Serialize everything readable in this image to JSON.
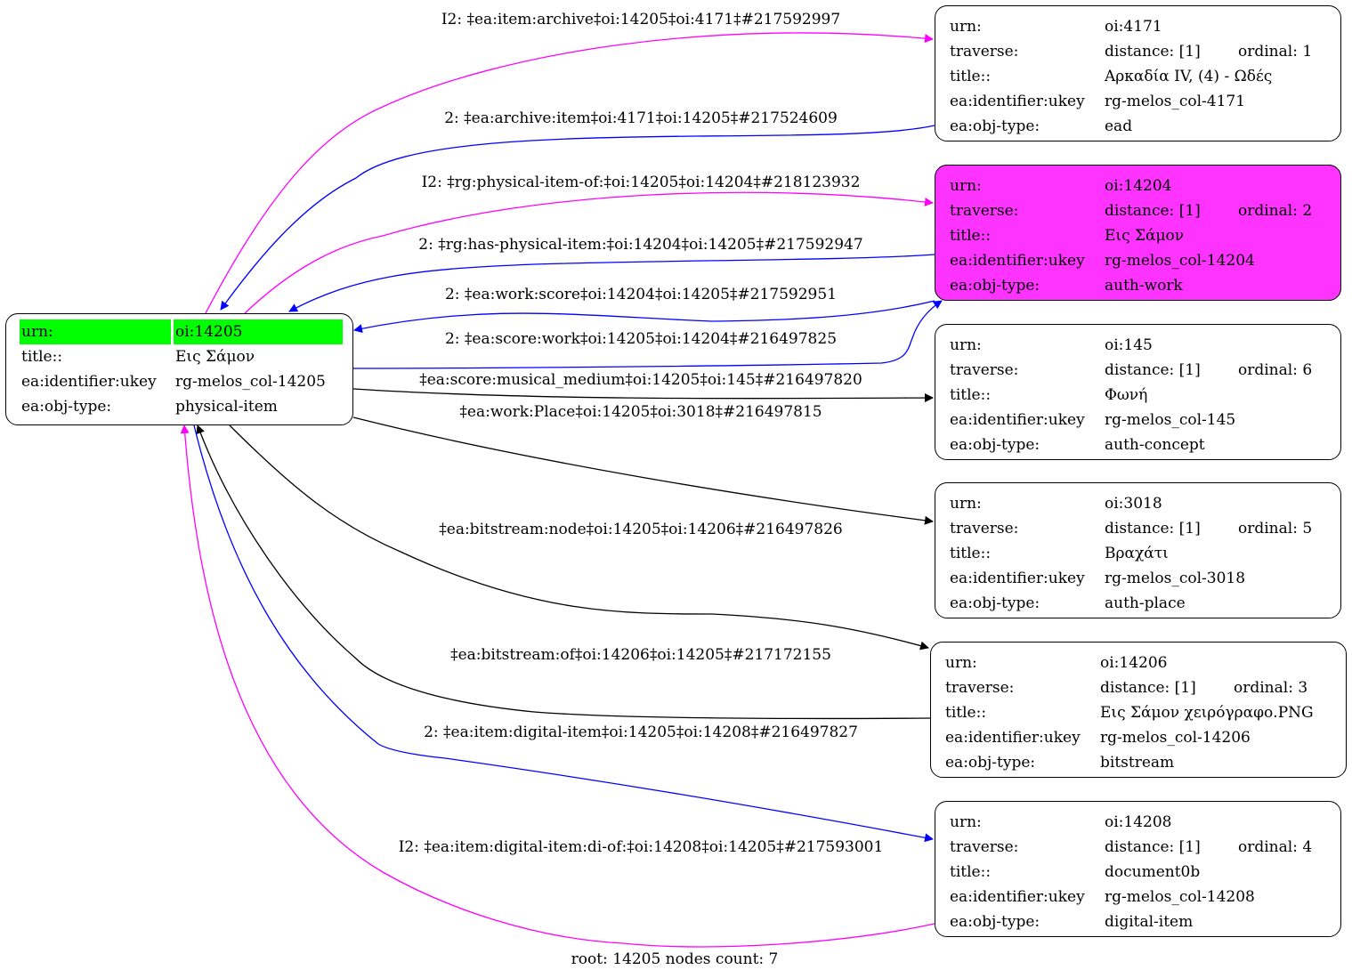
{
  "root": {
    "id": "n14205",
    "rows": [
      {
        "key": "urn:",
        "value": "oi:14205",
        "highlight": true
      },
      {
        "key": "title::",
        "value": "Εις Σάμον"
      },
      {
        "key": "ea:identifier:ukey",
        "value": "rg-melos_col-14205"
      },
      {
        "key": "ea:obj-type:",
        "value": "physical-item"
      }
    ]
  },
  "nodes": [
    {
      "id": "n4171",
      "urn": "oi:4171",
      "distance": "distance: [1]",
      "ordinal": "ordinal: 1",
      "title": "Αρκαδία IV, (4) - Ωδές",
      "ukey": "rg-melos_col-4171",
      "obj_type": "ead",
      "highlight": false
    },
    {
      "id": "n14204",
      "urn": "oi:14204",
      "distance": "distance: [1]",
      "ordinal": "ordinal: 2",
      "title": "Εις Σάμον",
      "ukey": "rg-melos_col-14204",
      "obj_type": "auth-work",
      "highlight": true
    },
    {
      "id": "n145",
      "urn": "oi:145",
      "distance": "distance: [1]",
      "ordinal": "ordinal: 6",
      "title": "Φωνή",
      "ukey": "rg-melos_col-145",
      "obj_type": "auth-concept",
      "highlight": false
    },
    {
      "id": "n3018",
      "urn": "oi:3018",
      "distance": "distance: [1]",
      "ordinal": "ordinal: 5",
      "title": "Βραχάτι",
      "ukey": "rg-melos_col-3018",
      "obj_type": "auth-place",
      "highlight": false
    },
    {
      "id": "n14206",
      "urn": "oi:14206",
      "distance": "distance: [1]",
      "ordinal": "ordinal: 3",
      "title": "Εις Σάμον χειρόγραφο.PNG",
      "ukey": "rg-melos_col-14206",
      "obj_type": "bitstream",
      "highlight": false
    },
    {
      "id": "n14208",
      "urn": "oi:14208",
      "distance": "distance: [1]",
      "ordinal": "ordinal: 4",
      "title": "document0b",
      "ukey": "rg-melos_col-14208",
      "obj_type": "digital-item",
      "highlight": false
    }
  ],
  "labels": {
    "urn": "urn:",
    "traverse": "traverse:",
    "title": "title::",
    "ukey": "ea:identifier:ukey",
    "obj_type": "ea:obj-type:"
  },
  "edges": [
    {
      "label": "I2: ‡ea:item:archive‡oi:14205‡oi:4171‡#217592997",
      "color": "#ff00ff",
      "from": "14205",
      "to": "4171"
    },
    {
      "label": "2: ‡ea:archive:item‡oi:4171‡oi:14205‡#217524609",
      "color": "#0000ff",
      "from": "4171",
      "to": "14205"
    },
    {
      "label": "I2: ‡rg:physical-item-of:‡oi:14205‡oi:14204‡#218123932",
      "color": "#ff00ff",
      "from": "14205",
      "to": "14204"
    },
    {
      "label": "2: ‡rg:has-physical-item:‡oi:14204‡oi:14205‡#217592947",
      "color": "#0000ff",
      "from": "14204",
      "to": "14205"
    },
    {
      "label": "2: ‡ea:work:score‡oi:14204‡oi:14205‡#217592951",
      "color": "#0000ff",
      "from": "14204",
      "to": "14205"
    },
    {
      "label": "2: ‡ea:score:work‡oi:14205‡oi:14204‡#216497825",
      "color": "#0000ff",
      "from": "14205",
      "to": "14204"
    },
    {
      "label": "‡ea:score:musical_medium‡oi:14205‡oi:145‡#216497820",
      "color": "#000000",
      "from": "14205",
      "to": "145"
    },
    {
      "label": "‡ea:work:Place‡oi:14205‡oi:3018‡#216497815",
      "color": "#000000",
      "from": "14205",
      "to": "3018"
    },
    {
      "label": "‡ea:bitstream:node‡oi:14205‡oi:14206‡#216497826",
      "color": "#000000",
      "from": "14205",
      "to": "14206"
    },
    {
      "label": "‡ea:bitstream:of‡oi:14206‡oi:14205‡#217172155",
      "color": "#000000",
      "from": "14206",
      "to": "14205"
    },
    {
      "label": "2: ‡ea:item:digital-item‡oi:14205‡oi:14208‡#216497827",
      "color": "#0000ff",
      "from": "14205",
      "to": "14208"
    },
    {
      "label": "I2: ‡ea:item:digital-item:di-of:‡oi:14208‡oi:14205‡#217593001",
      "color": "#ff00ff",
      "from": "14208",
      "to": "14205"
    }
  ],
  "footer": "root: 14205 nodes count: 7",
  "colors": {
    "root_highlight": "#00ff00",
    "node_highlight": "#ff33ff",
    "inverse_edge": "#ff00ff",
    "reverse_edge": "#0000ff",
    "forward_edge": "#000000"
  }
}
